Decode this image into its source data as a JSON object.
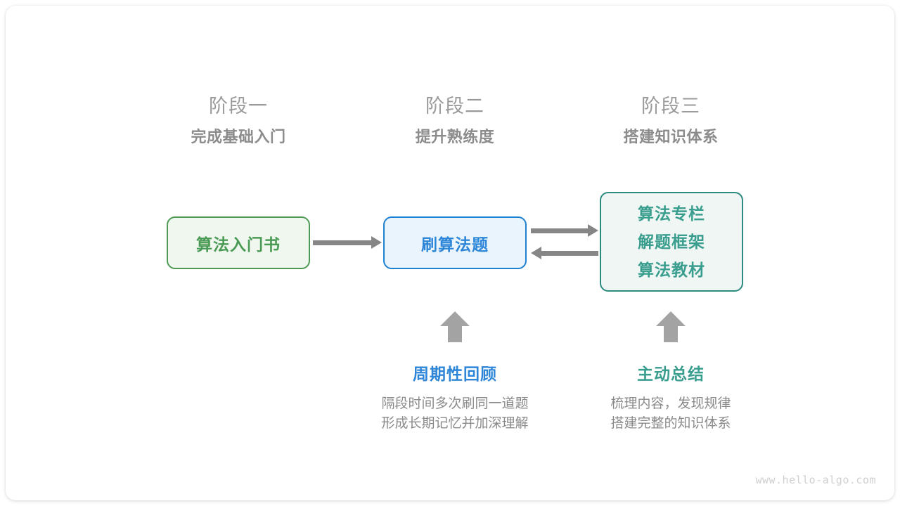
{
  "phases": [
    {
      "stage": "阶段一",
      "goal": "完成基础入门"
    },
    {
      "stage": "阶段二",
      "goal": "提升熟练度"
    },
    {
      "stage": "阶段三",
      "goal": "搭建知识体系"
    }
  ],
  "nodes": {
    "book": {
      "label": "算法入门书",
      "color": "#4a9a55",
      "border": "#4e9a55",
      "fill": "#eff7ef"
    },
    "practice": {
      "label": "刷算法题",
      "color": "#2e86d8",
      "border": "#1f81d0",
      "fill": "#e9f4fc"
    },
    "system": {
      "lines": [
        "算法专栏",
        "解题框架",
        "算法教材"
      ],
      "color": "#3a9e8f",
      "border": "#2c8a80",
      "fill": "#eff6f4"
    }
  },
  "annotations": [
    {
      "title": "周期性回顾",
      "desc_line1": "隔段时间多次刷同一道题",
      "desc_line2": "形成长期记忆并加深理解",
      "color": "#2e86d8"
    },
    {
      "title": "主动总结",
      "desc_line1": "梳理内容，发现规律",
      "desc_line2": "搭建完整的知识体系",
      "color": "#3a9e8f"
    }
  ],
  "arrow_color": "#868686",
  "watermark": "www.hello-algo.com"
}
